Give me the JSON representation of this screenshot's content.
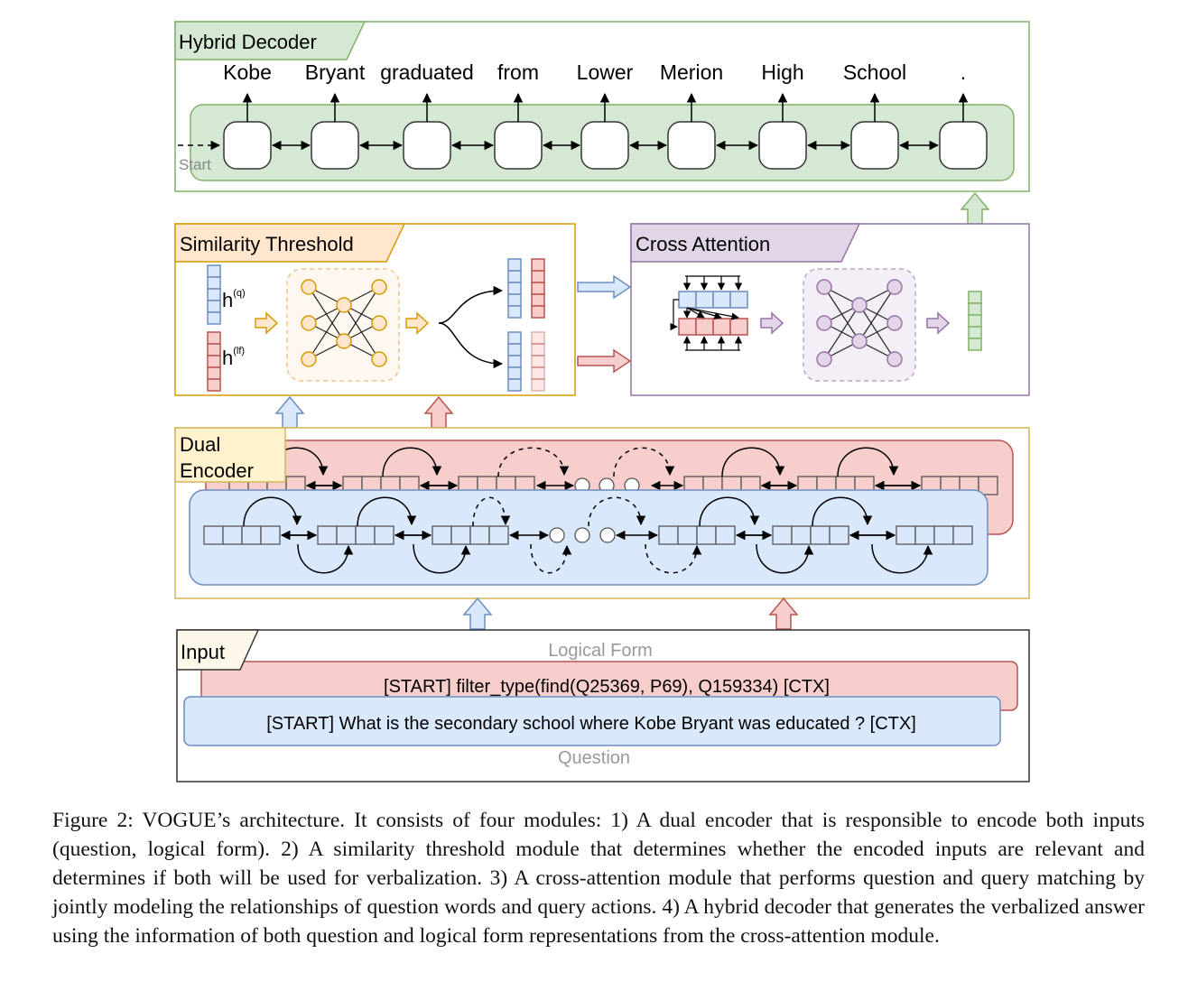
{
  "hybrid_decoder": {
    "title": "Hybrid Decoder",
    "start_label": "Start",
    "output_tokens": [
      "Kobe",
      "Bryant",
      "graduated",
      "from",
      "Lower",
      "Merion",
      "High",
      "School",
      "."
    ]
  },
  "similarity_threshold": {
    "title": "Similarity Threshold",
    "hq_label": "h",
    "hq_sup": "(q)",
    "hlf_label": "h",
    "hlf_sup": "(lf)"
  },
  "cross_attention": {
    "title": "Cross Attention"
  },
  "dual_encoder": {
    "title_line1": "Dual",
    "title_line2": "Encoder"
  },
  "input": {
    "title": "Input",
    "logical_form_label": "Logical Form",
    "logical_form_text": "[START] filter_type(find(Q25369, P69), Q159334) [CTX]",
    "question_text": "[START] What is the secondary school where Kobe Bryant was educated ? [CTX]",
    "question_label": "Question"
  },
  "caption": "Figure 2: VOGUE’s architecture. It consists of four modules: 1) A dual encoder that is responsible to encode both inputs (question, logical form). 2) A similarity threshold module that determines whether the encoded inputs are relevant and determines if both will be used for verbalization. 3) A cross-attention module that performs question and query matching by jointly modeling the relationships of question words and query actions. 4) A hybrid decoder that generates the verbalized answer using the information of both question and logical form representations from the cross-attention module.",
  "colors": {
    "decoder_border": "#82b366",
    "decoder_fill": "#d5e8d4",
    "similarity_border": "#d79b00",
    "similarity_fill": "#ffe6cc",
    "cross_border": "#9673a6",
    "cross_fill": "#e1d5e7",
    "encoder_border": "#d6b656",
    "encoder_fill": "#fff2cc",
    "question_border": "#6c8ebf",
    "question_fill": "#dae8fc",
    "lf_border": "#b85450",
    "lf_fill": "#f8cecc"
  }
}
